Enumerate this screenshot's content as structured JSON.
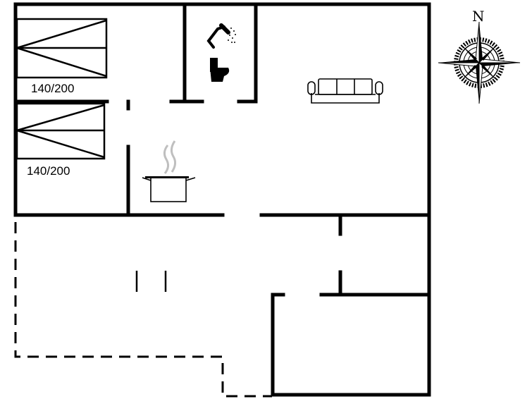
{
  "plan": {
    "beds": [
      {
        "size_label": "140/200"
      },
      {
        "size_label": "140/200"
      }
    ],
    "rooms": [
      {
        "name": "bedroom-1",
        "icon": "bed-icon"
      },
      {
        "name": "bedroom-2",
        "icon": "bed-icon"
      },
      {
        "name": "bathroom",
        "icon": "shower-icon"
      },
      {
        "name": "bathroom",
        "icon": "toilet-icon"
      },
      {
        "name": "kitchen",
        "icon": "cooking-pot-icon"
      },
      {
        "name": "living-room",
        "icon": "sofa-icon"
      }
    ],
    "outdoor": "terrace-dashed-outline"
  },
  "compass": {
    "north_label": "N",
    "icon": "compass-rose-icon"
  }
}
